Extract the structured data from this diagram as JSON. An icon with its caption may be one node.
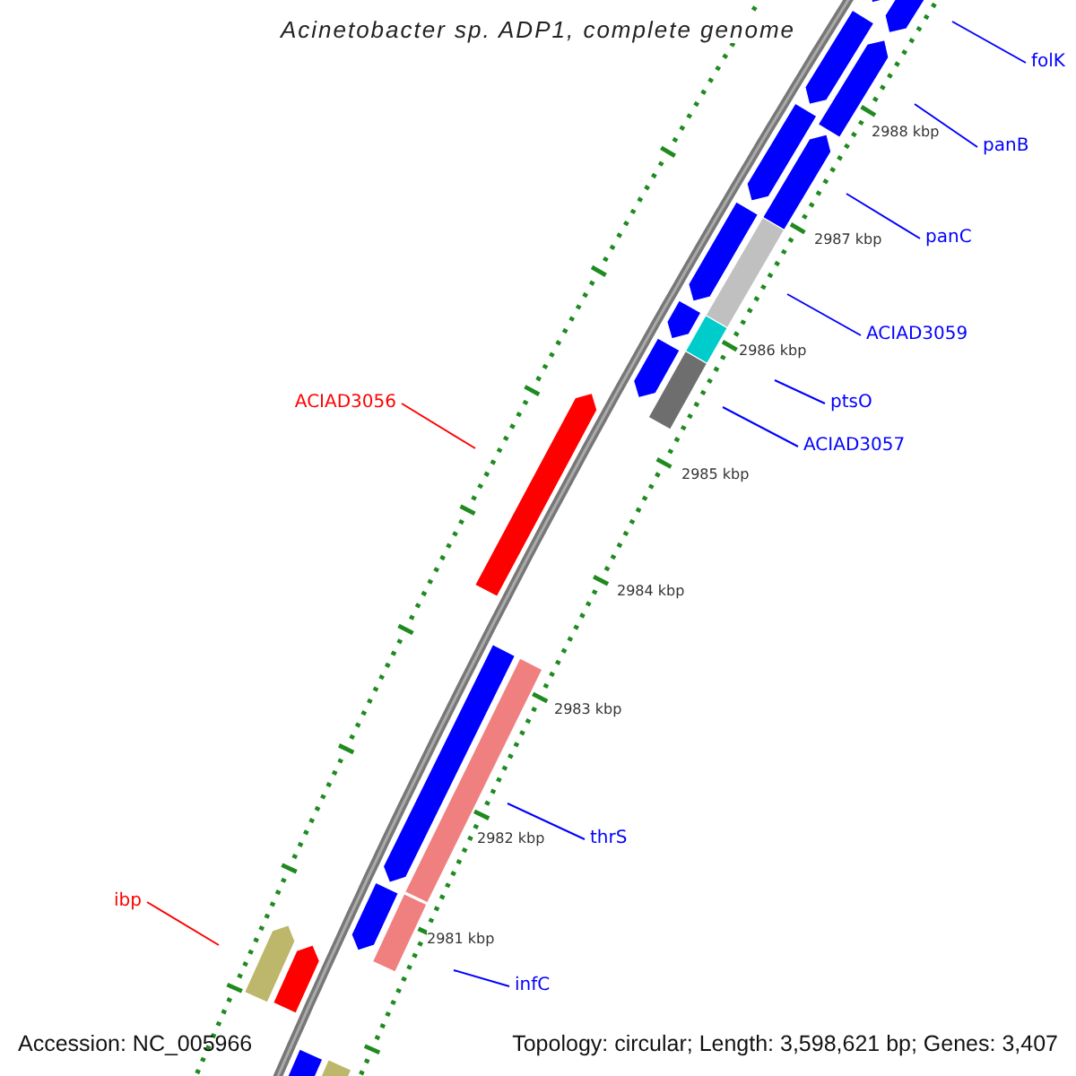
{
  "diagram": {
    "title": "Acinetobacter sp. ADP1, complete genome",
    "nodes": [
      {
        "text": [
          "folK"
        ]
      },
      {
        "text": [
          "panB"
        ]
      },
      {
        "text": [
          "panC"
        ]
      },
      {
        "text": [
          "ACIAD3059"
        ]
      },
      {
        "text": [
          "ptsO"
        ]
      },
      {
        "text": [
          "ACIAD3056"
        ]
      },
      {
        "text": [
          "ACIAD3057"
        ]
      },
      {
        "text": [
          "thrS"
        ]
      },
      {
        "text": [
          "ibp"
        ]
      },
      {
        "text": [
          "infC"
        ]
      }
    ],
    "edges": [
      {
        "from": 0,
        "to": null,
        "arrow": "none"
      },
      {
        "from": 1,
        "to": null,
        "arrow": "none"
      },
      {
        "from": 2,
        "to": null,
        "arrow": "none"
      },
      {
        "from": 3,
        "to": null,
        "arrow": "none"
      },
      {
        "from": 4,
        "to": null,
        "arrow": "none"
      },
      {
        "from": 5,
        "to": null,
        "arrow": "none",
        "color": "#ff0000"
      },
      {
        "from": 6,
        "to": null,
        "arrow": "none"
      },
      {
        "from": 7,
        "to": null,
        "arrow": "none"
      },
      {
        "from": 8,
        "to": null,
        "arrow": "none",
        "color": "#ff0000"
      },
      {
        "from": 9,
        "to": null,
        "arrow": "none"
      }
    ],
    "labels": [
      "2988 kbp",
      "2987 kbp",
      "2986 kbp",
      "2985 kbp",
      "2984 kbp",
      "2983 kbp",
      "2982 kbp",
      "2981 kbp",
      "Accession: NC_005966",
      "Topology: circular; Length: 3,598,621 bp; Genes: 3,407"
    ]
  }
}
